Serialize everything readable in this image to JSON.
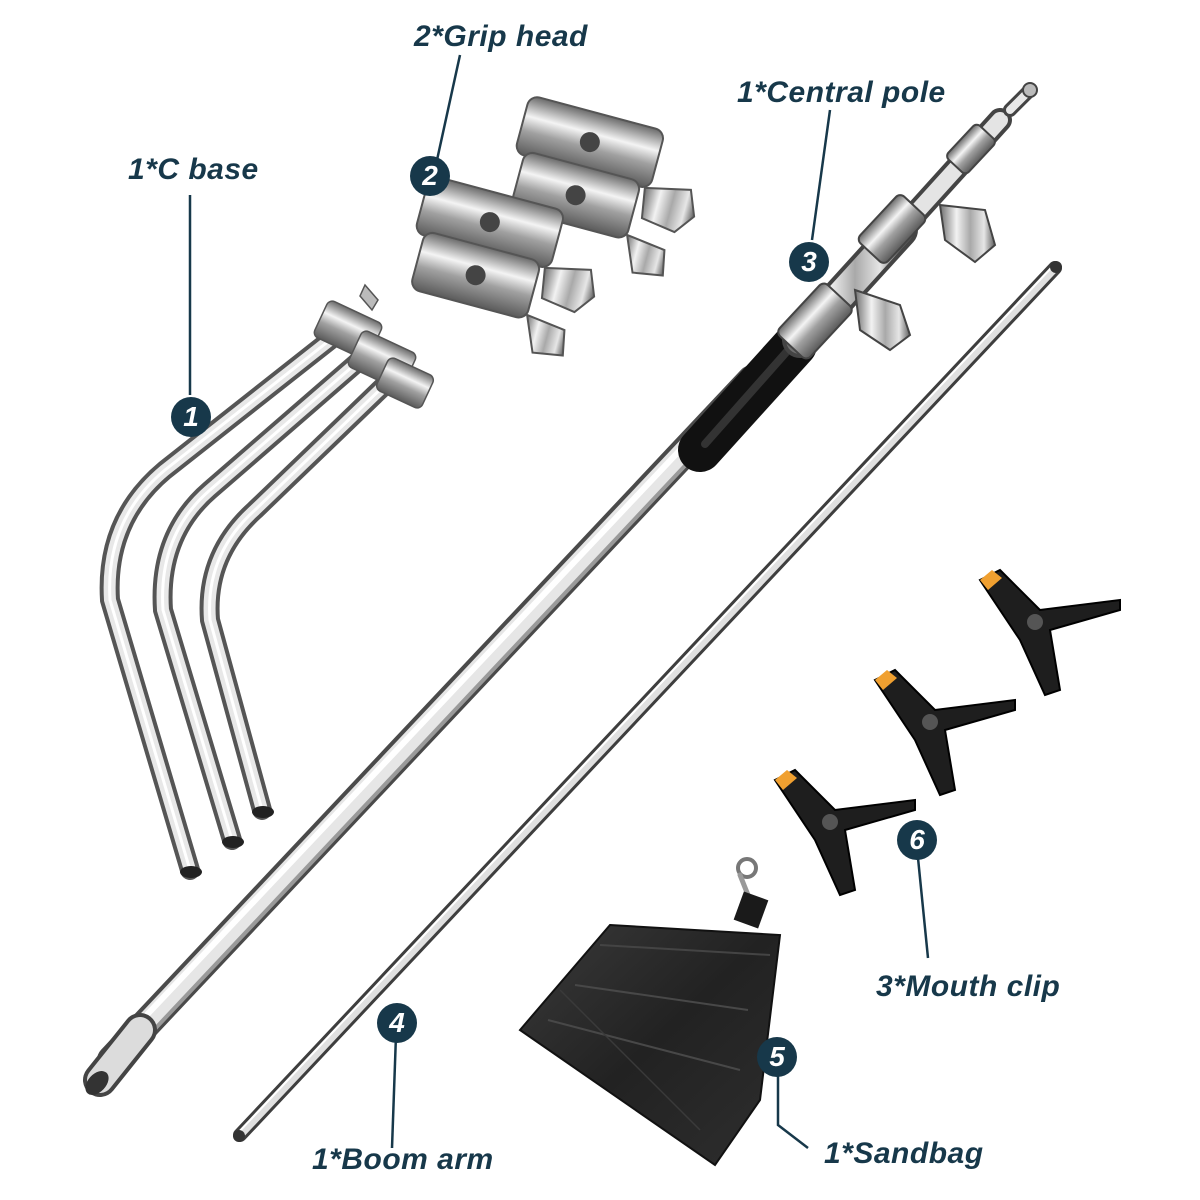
{
  "accent_color": "#17384a",
  "components": [
    {
      "number": "1",
      "label": "1*C base",
      "icon": "c-base-legs-icon"
    },
    {
      "number": "2",
      "label": "2*Grip head",
      "icon": "grip-head-icon"
    },
    {
      "number": "3",
      "label": "1*Central pole",
      "icon": "central-pole-icon"
    },
    {
      "number": "4",
      "label": "1*Boom arm",
      "icon": "boom-arm-icon"
    },
    {
      "number": "5",
      "label": "1*Sandbag",
      "icon": "sandbag-icon"
    },
    {
      "number": "6",
      "label": "3*Mouth clip",
      "icon": "spring-clip-icon"
    }
  ]
}
